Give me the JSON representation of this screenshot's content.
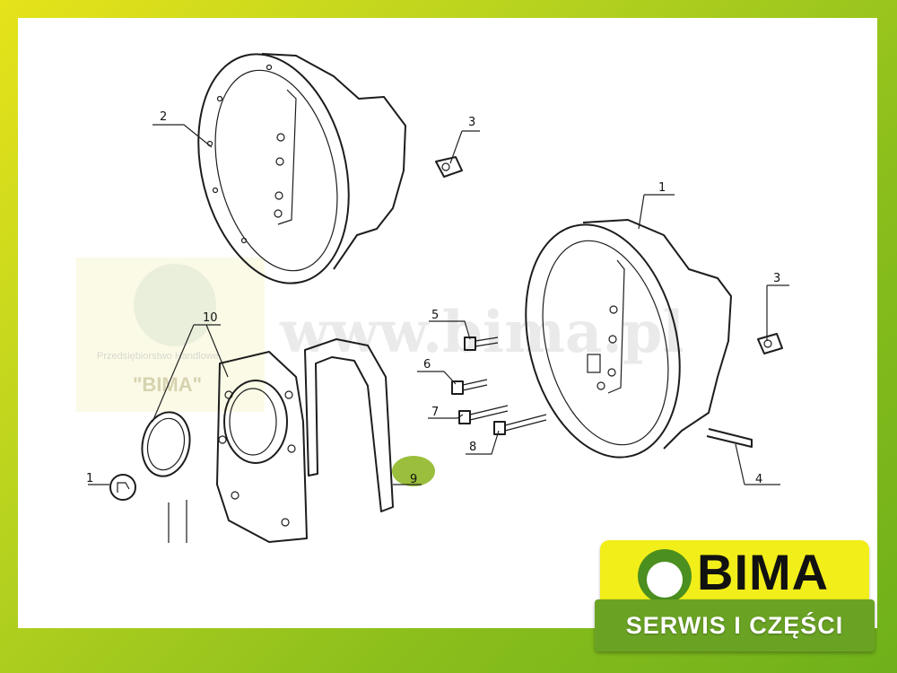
{
  "watermark": {
    "url": "www.bima.pl",
    "company_line": "Przedsiębiorstwo Handlowe",
    "company_name": "\"BIMA\""
  },
  "callouts": [
    {
      "id": "c1",
      "text": "1"
    },
    {
      "id": "c2",
      "text": "2"
    },
    {
      "id": "c3a",
      "text": "3"
    },
    {
      "id": "c3b",
      "text": "3"
    },
    {
      "id": "c4",
      "text": "4"
    },
    {
      "id": "c5",
      "text": "5"
    },
    {
      "id": "c6",
      "text": "6"
    },
    {
      "id": "c7",
      "text": "7"
    },
    {
      "id": "c8",
      "text": "8"
    },
    {
      "id": "c9",
      "text": "9"
    },
    {
      "id": "c10",
      "text": "10"
    },
    {
      "id": "c1b",
      "text": "1"
    }
  ],
  "highlight": {
    "label": "9",
    "color": "#9bbf3c"
  },
  "brand": {
    "name": "BIMA",
    "tagline": "SERWIS I CZĘŚCI",
    "accent": "#f2ee1a",
    "green": "#6aa324"
  }
}
